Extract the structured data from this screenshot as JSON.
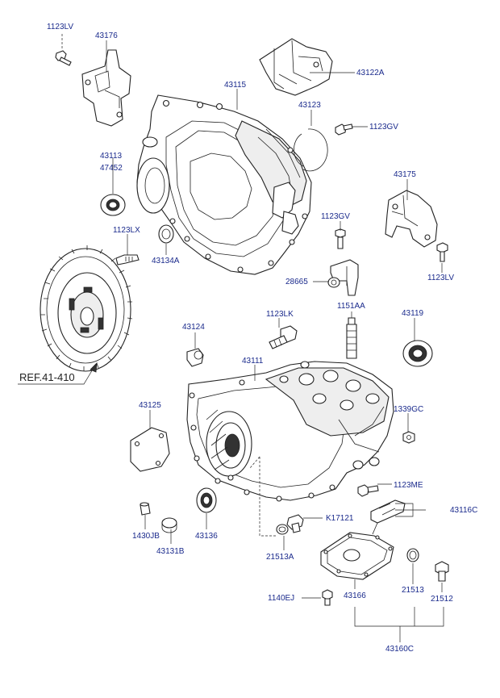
{
  "diagram": {
    "reference_label": "REF.41-410",
    "part_labels": {
      "p_1123LV_top": "1123LV",
      "p_43176": "43176",
      "p_43122A": "43122A",
      "p_43115": "43115",
      "p_43123": "43123",
      "p_1123GV_top": "1123GV",
      "p_43113": "43113",
      "p_47452": "47452",
      "p_43175": "43175",
      "p_1123GV_mid": "1123GV",
      "p_1123LX": "1123LX",
      "p_43134A": "43134A",
      "p_28665": "28665",
      "p_1123LV_right": "1123LV",
      "p_1123LK": "1123LK",
      "p_1151AA": "1151AA",
      "p_43119": "43119",
      "p_43124": "43124",
      "p_43111": "43111",
      "p_43125": "43125",
      "p_1339GC": "1339GC",
      "p_1123ME": "1123ME",
      "p_43116C": "43116C",
      "p_K17121": "K17121",
      "p_1430JB": "1430JB",
      "p_43136": "43136",
      "p_21513A": "21513A",
      "p_43131B": "43131B",
      "p_21513": "21513",
      "p_21512": "21512",
      "p_1140EJ": "1140EJ",
      "p_43166": "43166",
      "p_43160C": "43160C"
    },
    "colors": {
      "label_text": "#1a2a8c",
      "line_art": "#222222",
      "background": "#ffffff"
    }
  }
}
